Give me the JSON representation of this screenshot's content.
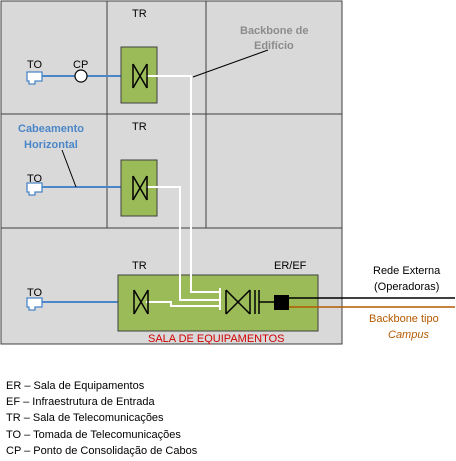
{
  "labels": {
    "tr_top": "TR",
    "tr_mid": "TR",
    "tr_bottom": "TR",
    "er_ef": "ER/EF",
    "to_top": "TO",
    "cp": "CP",
    "to_mid": "TO",
    "to_bottom": "TO",
    "backbone_edificio_1": "Backbone de",
    "backbone_edificio_2": "Edifício",
    "cabeamento_1": "Cabeamento",
    "cabeamento_2": "Horizontal",
    "sala_equipamentos": "SALA DE EQUIPAMENTOS",
    "rede_externa_1": "Rede Externa",
    "rede_externa_2": "(Operadoras)",
    "backbone_campus_1": "Backbone tipo",
    "backbone_campus_2": "Campus"
  },
  "legend": [
    "ER – Sala de Equipamentos",
    "EF – Infraestrutura de Entrada",
    "TR – Sala de Telecomunicações",
    "TO – Tomada de Telecomunicações",
    "CP – Ponto de Consolidação de Cabos"
  ],
  "colors": {
    "building_fill": "#d9d9d9",
    "room_border": "#404040",
    "rack_fill": "#9bbb59",
    "horizontal_cable": "#4a86c8",
    "backbone_cable": "#ffffff",
    "external_black": "#000000",
    "campus_brown": "#b55a00"
  }
}
